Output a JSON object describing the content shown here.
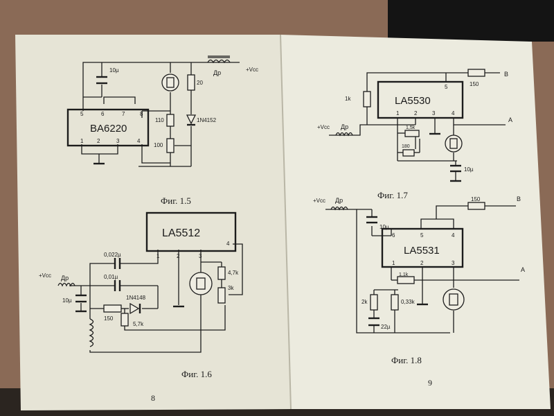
{
  "left_page": {
    "fig15": {
      "chip": "BA6220",
      "pins": [
        "5",
        "6",
        "7",
        "8",
        "1",
        "2",
        "3",
        "4"
      ],
      "cap": "10µ",
      "res_top": "20",
      "res_mid": "110",
      "res_pot": "100",
      "diode": "1N4152",
      "choke": "Др",
      "vcc": "+Vcc",
      "caption": "Фиг. 1.5"
    },
    "fig16": {
      "chip": "LA5512",
      "pins": [
        "1",
        "2",
        "3",
        "4"
      ],
      "cap1": "0,022µ",
      "cap2": "0,01µ",
      "cap3": "10µ",
      "diode": "1N4148",
      "res1": "150",
      "res2": "5,7k",
      "res3": "4,7k",
      "pot": "3k",
      "choke": "Др",
      "vcc": "+Vcc",
      "caption": "Фиг. 1.6"
    },
    "page_number": "8"
  },
  "right_page": {
    "fig17": {
      "chip": "LA5530",
      "pins": [
        "5",
        "1",
        "2",
        "3",
        "4"
      ],
      "res1": "1k",
      "res2": "150",
      "res3": "1,5k",
      "res4": "180",
      "cap": "10µ",
      "out_b": "B",
      "out_a": "A",
      "choke": "Др",
      "vcc": "+Vcc",
      "caption": "Фиг. 1.7"
    },
    "fig18": {
      "chip": "LA5531",
      "pins": [
        "6",
        "5",
        "4",
        "1",
        "2",
        "3"
      ],
      "cap1": "10µ",
      "cap2": "22µ",
      "res1": "150",
      "res2": "1,1k",
      "res3": "2k",
      "res4": "0,33k",
      "out_b": "B",
      "out_a": "A",
      "choke": "Др",
      "vcc": "+Vcc",
      "caption": "Фиг. 1.8"
    },
    "page_number": "9"
  },
  "colors": {
    "table": "#8a6a56",
    "page_left": "#e6e4d6",
    "page_right": "#ecebdf",
    "ink": "#1c1c1c"
  }
}
